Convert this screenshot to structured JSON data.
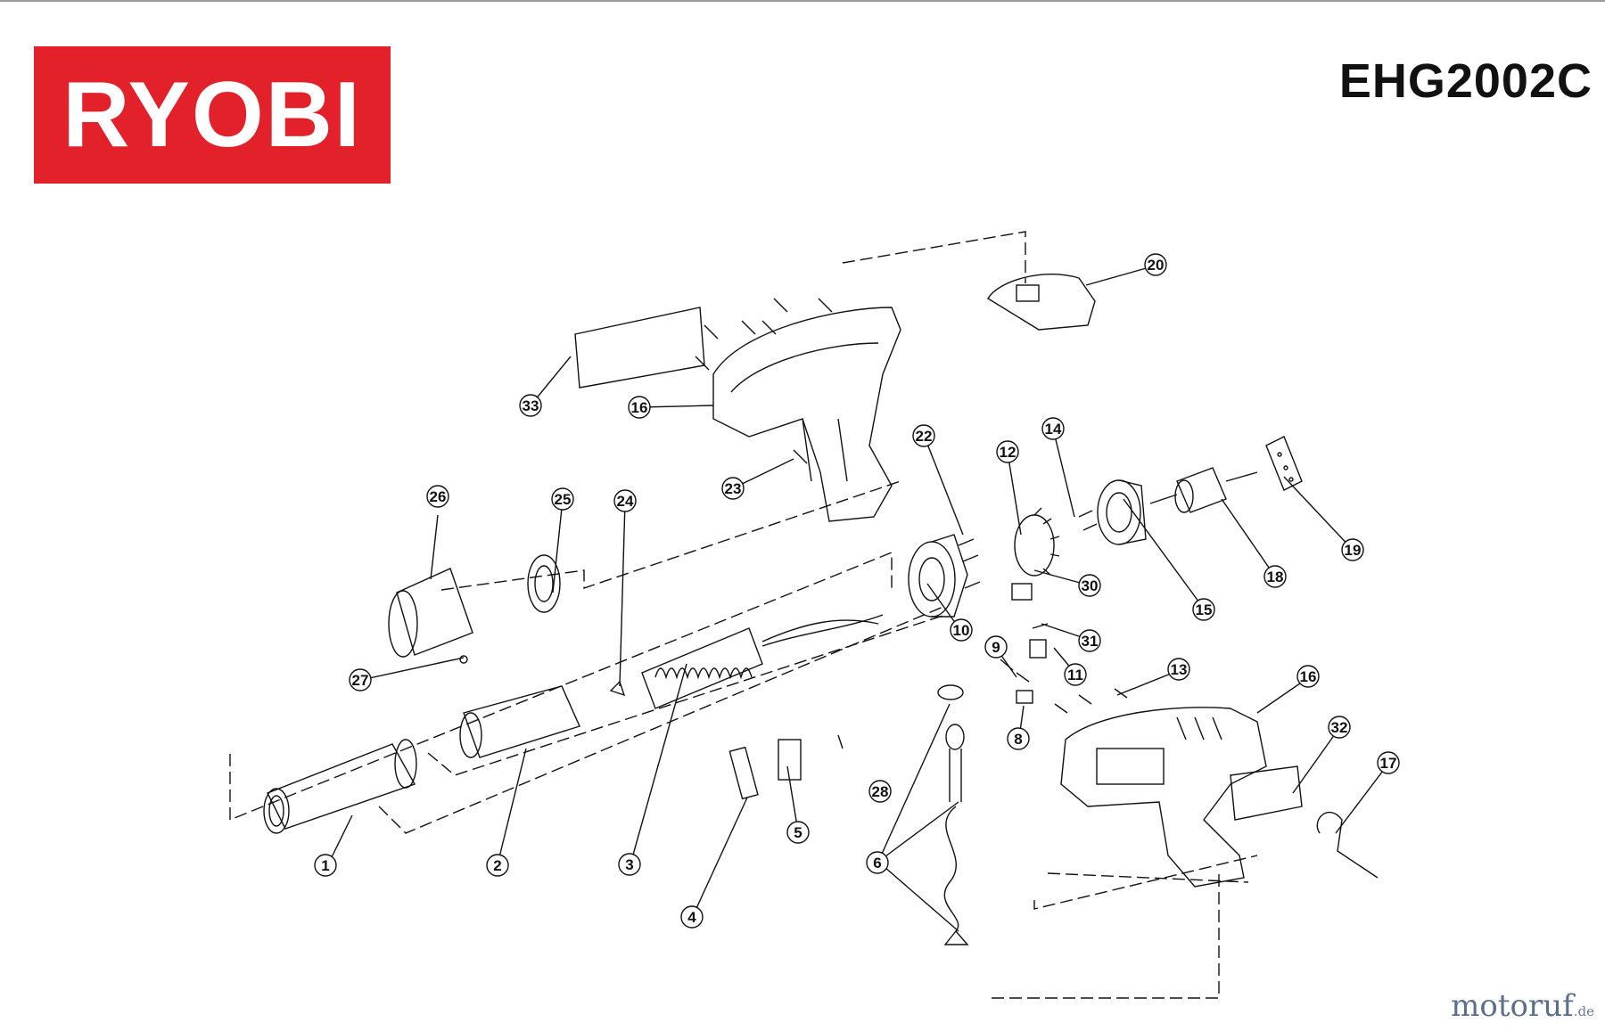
{
  "brand": {
    "logo_text": "RYOBI",
    "color": "#e3212a"
  },
  "model": "EHG2002C",
  "watermark": {
    "name": "motoruf",
    "domain": ".de"
  },
  "callouts": [
    "1",
    "2",
    "3",
    "4",
    "5",
    "6",
    "8",
    "9",
    "10",
    "11",
    "12",
    "13",
    "14",
    "15",
    "16",
    "16",
    "17",
    "18",
    "19",
    "20",
    "22",
    "23",
    "24",
    "25",
    "26",
    "27",
    "28",
    "30",
    "31",
    "32",
    "33"
  ]
}
